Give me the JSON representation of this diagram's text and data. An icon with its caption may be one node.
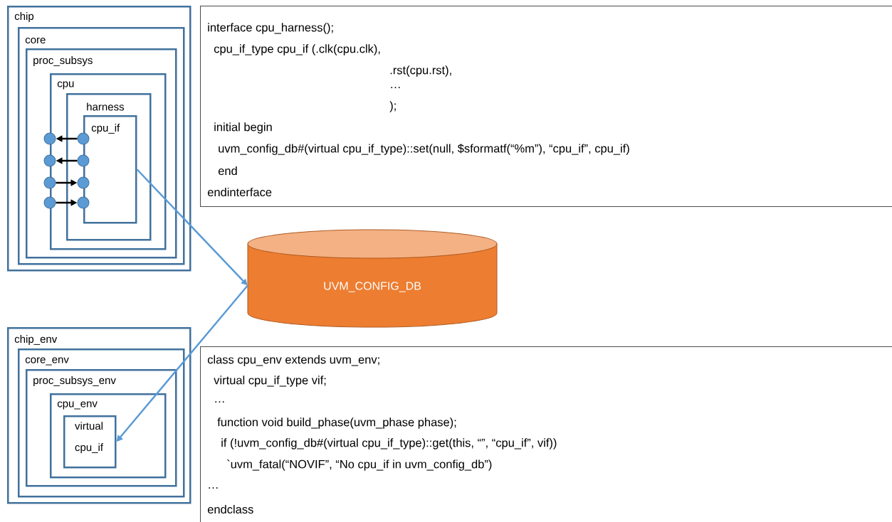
{
  "diagram": {
    "nodes": [
      {
        "text": [
          "chip"
        ]
      },
      {
        "text": [
          "core"
        ],
        "in": 0
      },
      {
        "text": [
          "proc_subsys"
        ],
        "in": 1
      },
      {
        "text": [
          "cpu"
        ],
        "in": 2
      },
      {
        "text": [
          "harness"
        ],
        "in": 3
      },
      {
        "text": [
          "cpu_if"
        ],
        "in": 4
      },
      {
        "text": [],
        "shape": "circle",
        "in": 2
      },
      {
        "text": [],
        "shape": "circle",
        "in": 2
      },
      {
        "text": [],
        "shape": "circle",
        "in": 2
      },
      {
        "text": [],
        "shape": "circle",
        "in": 2
      },
      {
        "text": [],
        "shape": "circle",
        "in": 4
      },
      {
        "text": [],
        "shape": "circle",
        "in": 4
      },
      {
        "text": [],
        "shape": "circle",
        "in": 4
      },
      {
        "text": [],
        "shape": "circle",
        "in": 4
      },
      {
        "text": [
          "interface cpu_harness();",
          "cpu_if_type cpu_if (.clk(cpu.clk),",
          ".rst(cpu.rst),",
          "…",
          ");",
          "initial begin",
          "uvm_config_db#(virtual cpu_if_type)::set(null, $sformatf(“%m”), “cpu_if”, cpu_if)",
          "end",
          "endinterface"
        ]
      },
      {
        "text": [
          "UVM_CONFIG_DB"
        ]
      },
      {
        "text": [
          "chip_env"
        ]
      },
      {
        "text": [
          "core_env"
        ],
        "in": 16
      },
      {
        "text": [
          "proc_subsys_env"
        ],
        "in": 17
      },
      {
        "text": [
          "cpu_env"
        ],
        "in": 18
      },
      {
        "text": [
          "virtual cpu_if"
        ],
        "in": 19
      },
      {
        "text": [
          "class cpu_env extends uvm_env;",
          "virtual cpu_if_type vif;",
          "…",
          "function void build_phase(uvm_phase phase);",
          "if (!uvm_config_db#(virtual cpu_if_type)::get(this, “”, “cpu_if”, vif))",
          "`uvm_fatal(“NOVIF”, “No cpu_if in uvm_config_db”)",
          "…",
          "endclass"
        ]
      }
    ],
    "edges": [
      {
        "from": 10,
        "to": 6,
        "arrow": "to"
      },
      {
        "from": 11,
        "to": 7,
        "arrow": "to"
      },
      {
        "from": 8,
        "to": 12,
        "arrow": "to"
      },
      {
        "from": 9,
        "to": 13,
        "arrow": "to"
      },
      {
        "from": 5,
        "to": 15,
        "arrow": "to",
        "color": "#5b9bd5"
      },
      {
        "from": 15,
        "to": 20,
        "arrow": "to",
        "color": "#5b9bd5"
      }
    ]
  }
}
